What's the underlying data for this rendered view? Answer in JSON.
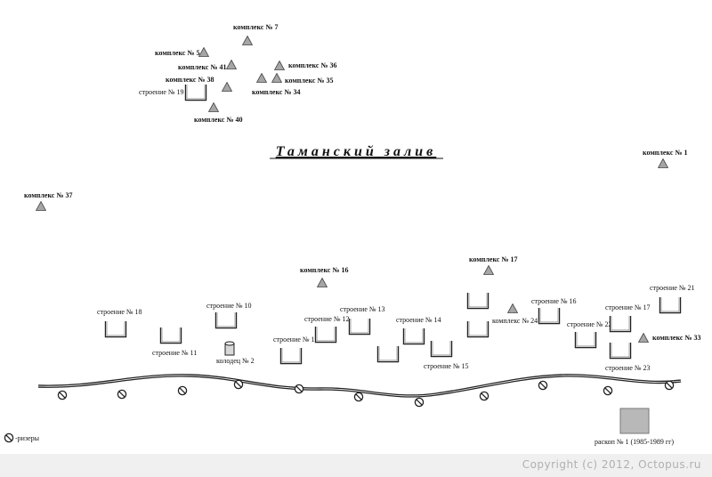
{
  "map": {
    "gulf_label": "Таманский залив",
    "complexes": {
      "c7": "комплекс № 7",
      "c5": "комплекс № 5",
      "c41": "комплекс № 41",
      "c36": "комплекс № 36",
      "c38": "комплекс № 38",
      "c35": "комплекс № 35",
      "c34": "комплекс № 34",
      "c40": "комплекс № 40",
      "c1": "комплекс № 1",
      "c37": "комплекс № 37",
      "c16": "комплекс № 16",
      "c17": "комплекс № 17",
      "c24": "комплекс № 24",
      "c33": "комплекс № 33"
    },
    "buildings": {
      "b19": "строение № 19",
      "b18": "строение № 18",
      "b11": "строение № 11",
      "b10": "строение № 10",
      "b1": "строение № 1",
      "b12": "строение № 12",
      "b13": "строение № 13",
      "b14": "строение № 14",
      "b15": "строение № 15",
      "b16": "строение № 16",
      "b22": "строение № 22",
      "b17": "строение № 17",
      "b21": "строение № 21",
      "b23": "строение № 23"
    },
    "well": "колодец № 2",
    "excavation": "раскоп № 1 (1985-1989 гг)",
    "legend_pits": "-ризеры"
  },
  "footer": {
    "copyright": "Copyright (c) 2012, Octopus.ru"
  },
  "colors": {
    "triangle": "#a6a6a6",
    "excavation": "#b8b8b8",
    "footer_bg": "#f0f0f0",
    "copyright": "#b0b0b0"
  }
}
